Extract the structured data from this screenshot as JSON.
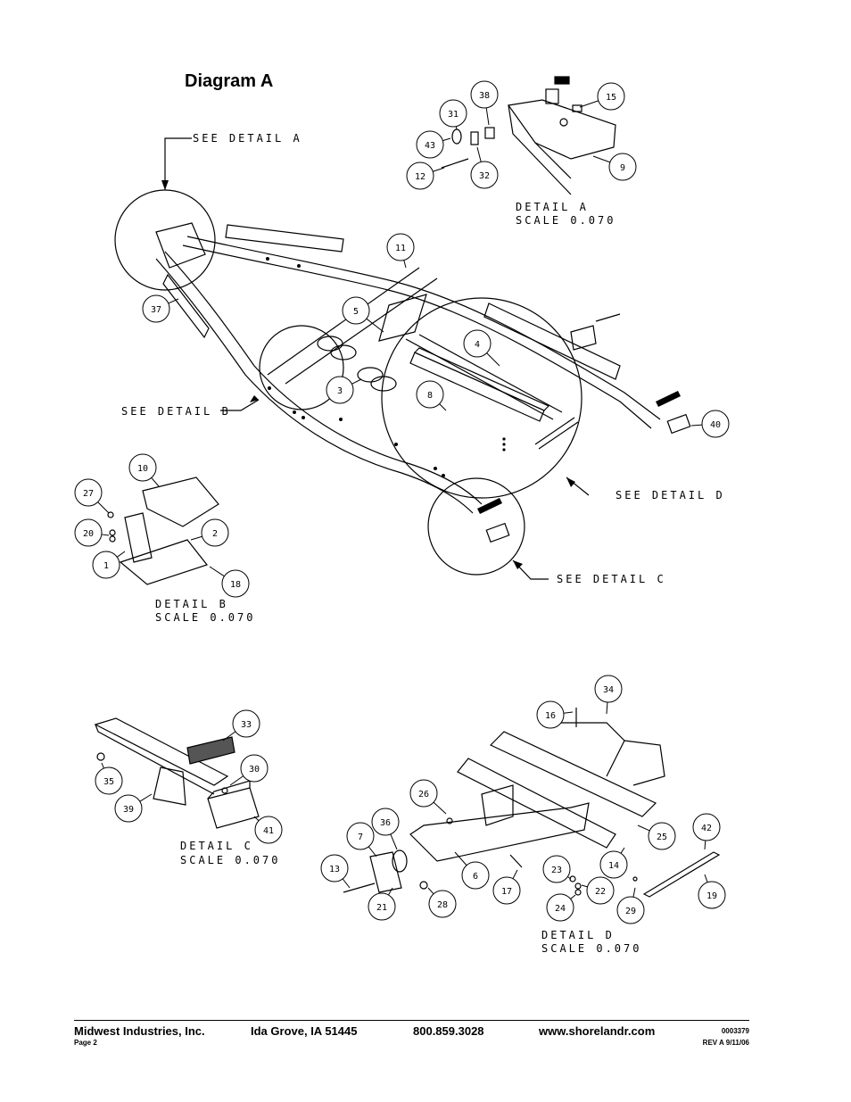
{
  "title": "Diagram A",
  "callouts": {
    "see_detail_a": "SEE DETAIL A",
    "see_detail_b": "SEE DETAIL B",
    "see_detail_c": "SEE DETAIL C",
    "see_detail_d": "SEE DETAIL D"
  },
  "details": {
    "a": {
      "line1": "DETAIL A",
      "line2": "SCALE 0.070"
    },
    "b": {
      "line1": "DETAIL B",
      "line2": "SCALE 0.070"
    },
    "c": {
      "line1": "DETAIL C",
      "line2": "SCALE 0.070"
    },
    "d": {
      "line1": "DETAIL D",
      "line2": "SCALE 0.070"
    }
  },
  "part_numbers": [
    "1",
    "2",
    "3",
    "4",
    "5",
    "6",
    "7",
    "8",
    "9",
    "10",
    "11",
    "12",
    "13",
    "14",
    "15",
    "16",
    "17",
    "18",
    "19",
    "20",
    "21",
    "22",
    "23",
    "24",
    "25",
    "26",
    "27",
    "28",
    "29",
    "30",
    "31",
    "32",
    "33",
    "34",
    "35",
    "36",
    "37",
    "38",
    "39",
    "40",
    "41",
    "42",
    "43"
  ],
  "footer": {
    "company": "Midwest Industries, Inc.",
    "location": "Ida Grove, IA  51445",
    "phone": "800.859.3028",
    "website": "www.shorelandr.com",
    "page": "Page 2",
    "doc_number": "0003379",
    "revision": "REV A   9/11/06"
  }
}
